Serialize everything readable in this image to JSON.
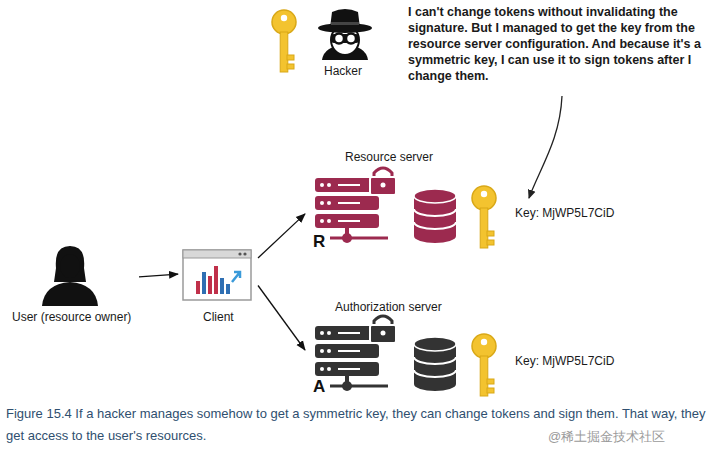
{
  "diagram": {
    "caption": "Figure 15.4 If a hacker manages somehow to get a symmetric key, they can change tokens and sign them. That way, they get access to the user's resources.",
    "nodes": [
      {
        "text": [
          "User (resource owner)"
        ]
      },
      {
        "text": [
          "Client"
        ]
      },
      {
        "text": [
          "Resource server",
          "R",
          "Key: MjWP5L7CiD"
        ]
      },
      {
        "text": [
          "Authorization server",
          "A",
          "Key: MjWP5L7CiD"
        ]
      }
    ],
    "edges": [
      {
        "from": 0,
        "to": 1,
        "arrow": "to"
      },
      {
        "from": 1,
        "to": 2,
        "arrow": "to"
      },
      {
        "from": 1,
        "to": 3,
        "arrow": "to"
      }
    ],
    "labels": [
      "Hacker",
      "I can't change tokens without invalidating the signature. But I managed to get the key from the resource server configuration. And because it's a symmetric key, I can use it to sign tokens after I change them.",
      "@稀土掘金技术社区"
    ]
  }
}
